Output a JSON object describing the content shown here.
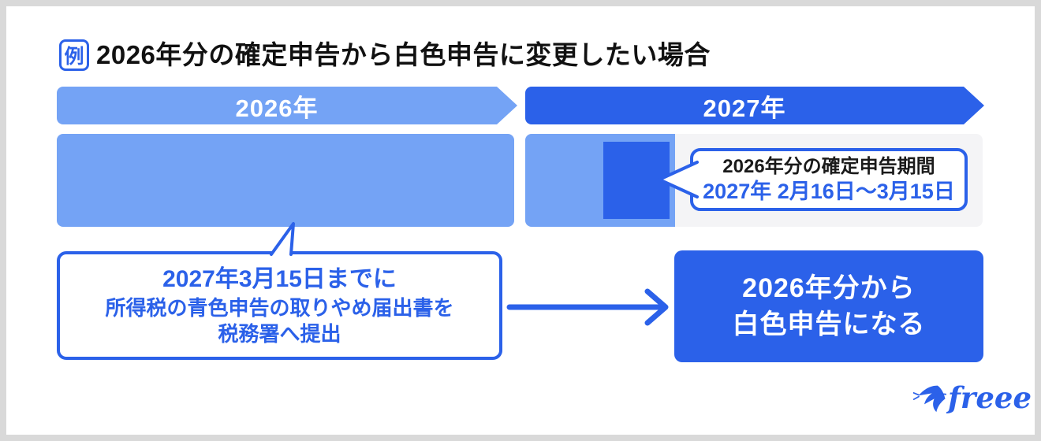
{
  "header": {
    "badge": "例",
    "title": "2026年分の確定申告から白色申告に変更したい場合"
  },
  "timeline": {
    "year_2026_label": "2026年",
    "year_2027_label": "2027年"
  },
  "filing_period_callout": {
    "line1": "2026年分の確定申告期間",
    "line2": "2027年 2月16日〜3月15日"
  },
  "procedure_box": {
    "line1": "2027年3月15日までに",
    "line2": "所得税の青色申告の取りやめ届出書を",
    "line3": "税務署へ提出"
  },
  "result_box": {
    "line1": "2026年分から",
    "line2": "白色申告になる"
  },
  "logo": {
    "text": "freee"
  },
  "colors": {
    "light_blue": "#74a3f5",
    "dark_blue": "#2b61e9",
    "gray_background": "#f4f4f6",
    "frame_border": "#d9d9d9",
    "text_black": "#1a1a1a"
  }
}
